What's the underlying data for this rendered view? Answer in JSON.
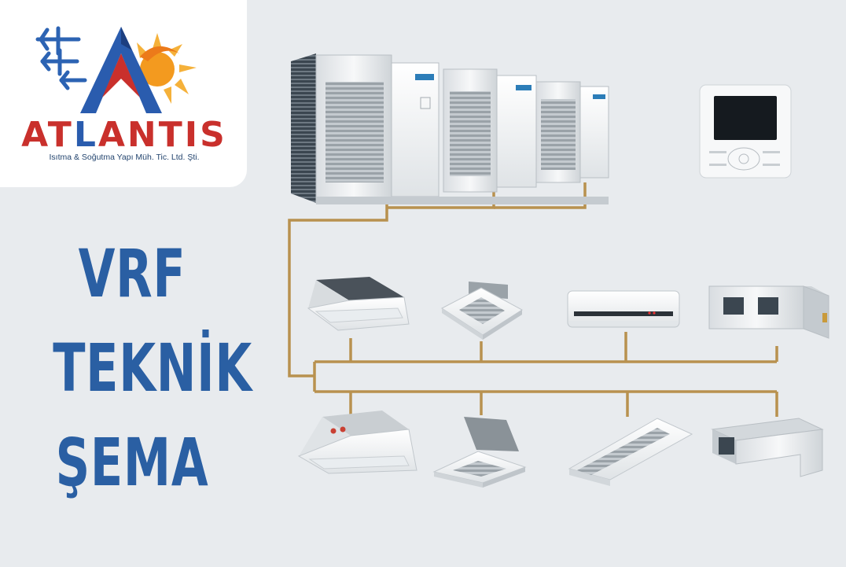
{
  "brand": {
    "name_prefix": "AT",
    "name_highlight": "L",
    "name_suffix": "ANTIS",
    "subtitle": "Isıtma & Soğutma Yapı Müh. Tic. Ltd. Şti.",
    "colors": {
      "blue": "#2a5cae",
      "red": "#c9302c",
      "orange": "#f39a1f",
      "snow": "#2c63b3"
    }
  },
  "title": {
    "line1": "VRF",
    "line2": "TEKNİK",
    "line3": "ŞEMA",
    "color": "#2a5fa3"
  },
  "diagram": {
    "pipe_color": "#b8914f",
    "outdoor_unit": {
      "icon": "outdoor-unit-icon",
      "modules": 3
    },
    "controller": {
      "icon": "wired-controller-icon"
    },
    "indoor_units_top": [
      {
        "icon": "one-way-cassette-icon"
      },
      {
        "icon": "four-way-cassette-icon"
      },
      {
        "icon": "wall-mounted-unit-icon"
      },
      {
        "icon": "ducted-unit-icon"
      }
    ],
    "indoor_units_bottom": [
      {
        "icon": "one-way-cassette-icon"
      },
      {
        "icon": "four-way-cassette-icon"
      },
      {
        "icon": "ceiling-floor-unit-icon"
      },
      {
        "icon": "slim-duct-unit-icon"
      }
    ]
  }
}
